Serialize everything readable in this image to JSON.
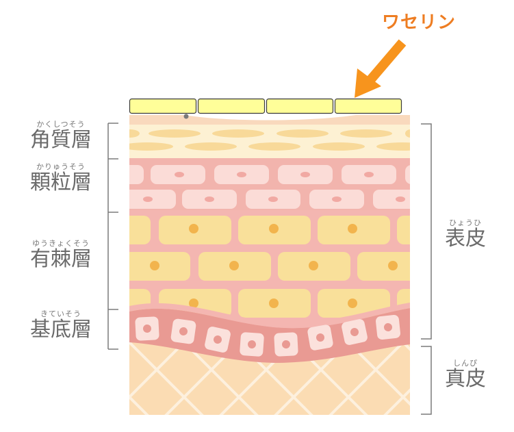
{
  "title_annotation": {
    "label": "ワセリン",
    "color": "#ee7d22",
    "arrow_color": "#f7941d"
  },
  "left_labels": [
    {
      "id": "stratum-corneum",
      "ruby": "かくしつそう",
      "kanji": "角質層"
    },
    {
      "id": "stratum-granulosum",
      "ruby": "かりゅうそう",
      "kanji": "顆粒層"
    },
    {
      "id": "stratum-spinosum",
      "ruby": "ゆうきょくそう",
      "kanji": "有棘層"
    },
    {
      "id": "stratum-basale",
      "ruby": "きていそう",
      "kanji": "基底層"
    }
  ],
  "right_labels": [
    {
      "id": "epidermis",
      "ruby": "ひょうひ",
      "kanji": "表皮"
    },
    {
      "id": "dermis",
      "ruby": "しんぴ",
      "kanji": "真皮"
    }
  ],
  "colors": {
    "vaseline_fill": "#fffe99",
    "vaseline_stroke": "#3a3a3a",
    "corneum_top": "#f9d9bd",
    "corneum_bg": "#fdf1d3",
    "corneum_cell": "#f8d999",
    "granulosum_bg": "#f2b4ad",
    "granulosum_cell": "#fbdcd7",
    "granulosum_nucleus": "#f1a9a3",
    "spinosum_bg": "#f4b6b1",
    "spinosum_cell": "#f9e09a",
    "spinosum_nucleus": "#f2b44d",
    "basale_bg": "#e99a93",
    "basale_cell": "#fbe1dc",
    "basale_nucleus": "#e99a93",
    "dermis_bg": "#fbdcb3",
    "dermis_mesh": "#fdf0de",
    "bracket": "#7a7a7a",
    "text": "#6a6a6a"
  }
}
